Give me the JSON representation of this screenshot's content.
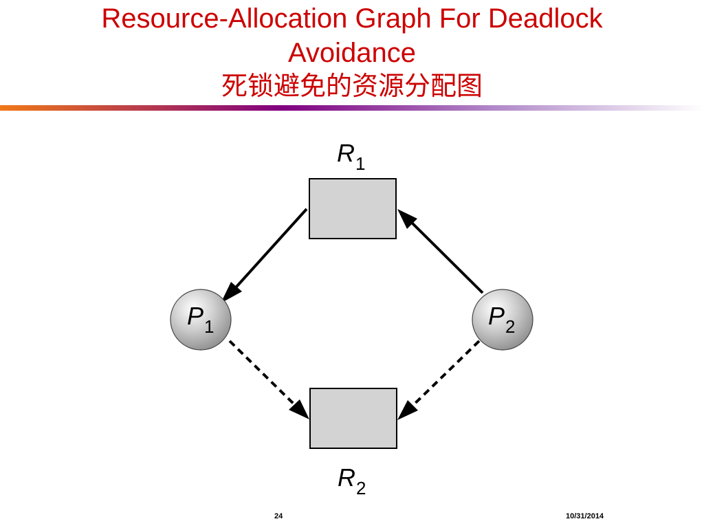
{
  "colors": {
    "title": "#cc0000",
    "rule_start": "#f07818",
    "rule_mid": "#800080",
    "rule_end": "#ffffff",
    "resource_fill": "#d3d3d3",
    "process_fill": "#d0d0d0",
    "edge": "#000000"
  },
  "slide": {
    "title_line1": "Resource-Allocation Graph For Deadlock",
    "title_line2": "Avoidance",
    "title_cn": "死锁避免的资源分配图"
  },
  "graph": {
    "nodes": [
      {
        "id": "R1",
        "kind": "resource",
        "letter": "R",
        "subscript": "1"
      },
      {
        "id": "R2",
        "kind": "resource",
        "letter": "R",
        "subscript": "2"
      },
      {
        "id": "P1",
        "kind": "process",
        "letter": "P",
        "subscript": "1"
      },
      {
        "id": "P2",
        "kind": "process",
        "letter": "P",
        "subscript": "2"
      }
    ],
    "edges": [
      {
        "from": "R1",
        "to": "P1",
        "type": "assignment",
        "style": "solid"
      },
      {
        "from": "P2",
        "to": "R1",
        "type": "request",
        "style": "solid"
      },
      {
        "from": "P1",
        "to": "R2",
        "type": "claim",
        "style": "dashed"
      },
      {
        "from": "P2",
        "to": "R2",
        "type": "claim",
        "style": "dashed"
      }
    ]
  },
  "footer": {
    "page_number": "24",
    "date": "10/31/2014"
  }
}
